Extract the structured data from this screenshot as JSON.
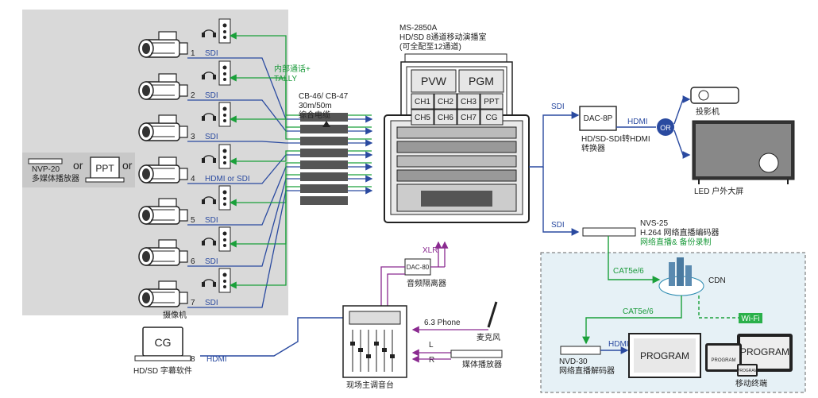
{
  "cameras": [
    {
      "num": "1",
      "signal": "SDI"
    },
    {
      "num": "2",
      "signal": "SDI"
    },
    {
      "num": "3",
      "signal": "SDI"
    },
    {
      "num": "4",
      "signal": "HDMI or SDI"
    },
    {
      "num": "5",
      "signal": "SDI"
    },
    {
      "num": "6",
      "signal": "SDI"
    },
    {
      "num": "7",
      "signal": "SDI"
    }
  ],
  "camera_caption": "摄像机",
  "cg": {
    "num": "8",
    "signal": "HDMI",
    "screen": "CG",
    "caption": "HD/SD 字幕软件"
  },
  "intercom_label_1": "内部通话+",
  "intercom_label_2": "TALLY",
  "cable": {
    "l1": "CB-46/ CB-47",
    "l2": "30m/50m",
    "l3": "综合电缆"
  },
  "sources": {
    "nvp": "NVP-20",
    "nvp_caption": "多媒体播放器",
    "or1": "or",
    "ppt": "PPT",
    "or2": "or"
  },
  "studio": {
    "l1": "MS-2850A",
    "l2": "HD/SD 8通道移动演播室",
    "l3": "(可全配至12通道)",
    "monitors": [
      "PVW",
      "PGM",
      "CH1",
      "CH2",
      "CH3",
      "PPT",
      "CH5",
      "CH6",
      "CH7",
      "CG"
    ]
  },
  "dac": {
    "box": "DAC-80",
    "caption": "音频隔离器",
    "xlr": "XLR"
  },
  "mixer": {
    "caption": "现场主调音台",
    "phone": "6.3 Phone",
    "mic": "麦克风",
    "l": "L",
    "r": "R",
    "player": "媒体播放器"
  },
  "out1": {
    "sdi": "SDI",
    "box": "DAC-8P",
    "hdmi": "HDMI",
    "or": "OR",
    "cap1": "HD/SD-SDI转HDMI",
    "cap2": "转换器",
    "projector": "投影机",
    "led": "LED 户外大屏"
  },
  "out2": {
    "sdi": "SDI",
    "box": "NVS-25",
    "cap1": "H.264 网络直播编码器",
    "cap2": "网络直播& 备份录制"
  },
  "net": {
    "cat1": "CAT5e/6",
    "cdn": "CDN",
    "cat2": "CAT5e/6",
    "wifi": "Wi-Fi",
    "hdmi": "HDMI",
    "nvd": "NVD-30",
    "nvd_cap": "网络直播解码器",
    "program": "PROGRAM",
    "program2": "PROGRAM",
    "program_small": "PROGRAM",
    "program_tiny": "PROGRAM",
    "mobile": "移动终端"
  },
  "colors": {
    "green": "#1aa03a",
    "blue": "#2a4aa0",
    "purple": "#8a2a90",
    "panel": "#d9d9d9",
    "netbox": "#e6f1f6"
  }
}
